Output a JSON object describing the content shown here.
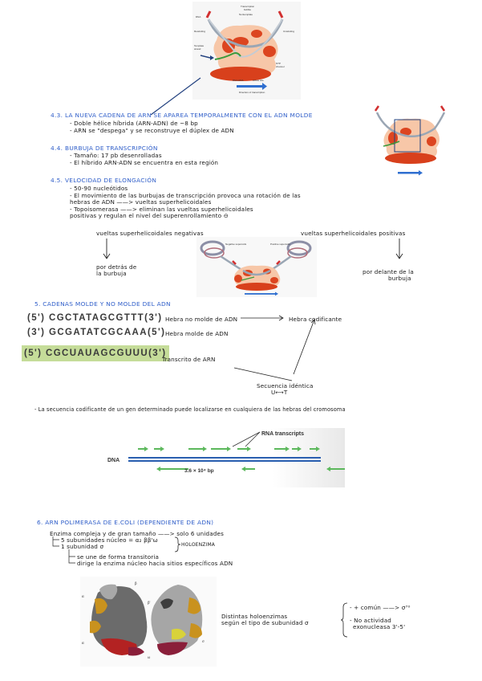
{
  "top_figure": {
    "labels": {
      "bubble": "Transcription bubble",
      "nontemplate": "Nontemplate strand",
      "dna": "DNA",
      "rewinding": "Rewinding",
      "unwinding": "Unwinding",
      "template": "Template strand",
      "rna": "RNA",
      "hybrid": "RNA-DNA hybrid, ~8 bp",
      "active_site": "Active site",
      "ntp": "NTP channel",
      "direction": "Direction of transcription"
    }
  },
  "section_4_3": {
    "heading": "4.3. La nueva cadena de ARN se aparea temporalmente con el ADN molde",
    "bullets": [
      "- Doble hélice híbrida (ARN-ADN) de ~8 bp",
      "- ARN se \"despega\" y se reconstruye el dúplex de ADN"
    ]
  },
  "section_4_4": {
    "heading": "4.4. Burbuja de transcripción",
    "bullets": [
      "- Tamaño: 17 pb desenrolladas",
      "- El híbrido ARN-ADN se encuentra en esta región"
    ]
  },
  "section_4_5": {
    "heading": "4.5. Velocidad de elongación",
    "bullets": [
      "- 50-90 nucleótidos",
      "- El movimiento de las burbujas de transcripción provoca una rotación de las",
      "  hebras de ADN ——> vueltas superhelicoidales",
      "- Topoisomerasa ——> eliminan las vueltas superhelicoidales",
      "  positivas y regulan el nivel del superenrollamiento ⊖"
    ]
  },
  "supercoil_figure": {
    "left_label": "vueltas superhelicoidales negativas",
    "left_note": [
      "por detrás de",
      "la burbuja"
    ],
    "right_label": "vueltas superhelicoidales positivas",
    "right_note": [
      "por delante de la",
      "burbuja"
    ],
    "img_left_caption": "Negative supercoils",
    "img_right_caption": "Positive supercoils",
    "img_direction": "Direction of transcription"
  },
  "section_5": {
    "heading": "5. Cadenas molde y no molde del ADN",
    "sequences": [
      {
        "text": "(5') CGCTATAGCGTTT(3')",
        "note": "Hebra no molde de ADN",
        "arrow_to": "Hebra codificante",
        "highlight": false
      },
      {
        "text": "(3') GCGATATCGCAAA(5')",
        "note": "Hebra molde de ADN",
        "highlight": false
      },
      {
        "text": "(5') CGCUAUAGCGUUU(3')",
        "note": "Transcrito de ARN",
        "highlight": true
      }
    ],
    "identity_note": [
      "Secuencia idéntica",
      "U⟷T"
    ],
    "bottom_note": "- La secuencia codificante de un gen determinado puede localizarse en cualquiera de las hebras del cromosoma",
    "highlight_color": "#c5dc99"
  },
  "transcripts_figure": {
    "dna_label": "DNA",
    "rna_label": "RNA transcripts",
    "size_label": "3.6 × 10⁴ bp",
    "dna_color": "#2a5fb0",
    "arrow_color": "#5cb85c"
  },
  "section_6": {
    "heading": "6. ARN polimerasa de E.coli (dependiente de ADN)",
    "line1": "Enzima compleja y de gran tamaño ——> solo 6 unidades",
    "sub1": "5 subunidades núcleo = α₂ ββ'ω",
    "sub2": "1 subunidad σ",
    "holo": "HOLOENZIMA",
    "sub2a": "se une de forma transitoria",
    "sub2b": "dirige la enzima núcleo hacia sitios específicos ADN",
    "holoenzymes": [
      "Distintas holoenzimas",
      "según el tipo de subunidad σ"
    ],
    "brace_items": [
      "- + común ——> σ⁷⁰",
      "- No actividad",
      "exonucleasa 3'-5'"
    ],
    "protein_labels": [
      "β",
      "β'",
      "α",
      "α",
      "ω",
      "σ"
    ]
  }
}
